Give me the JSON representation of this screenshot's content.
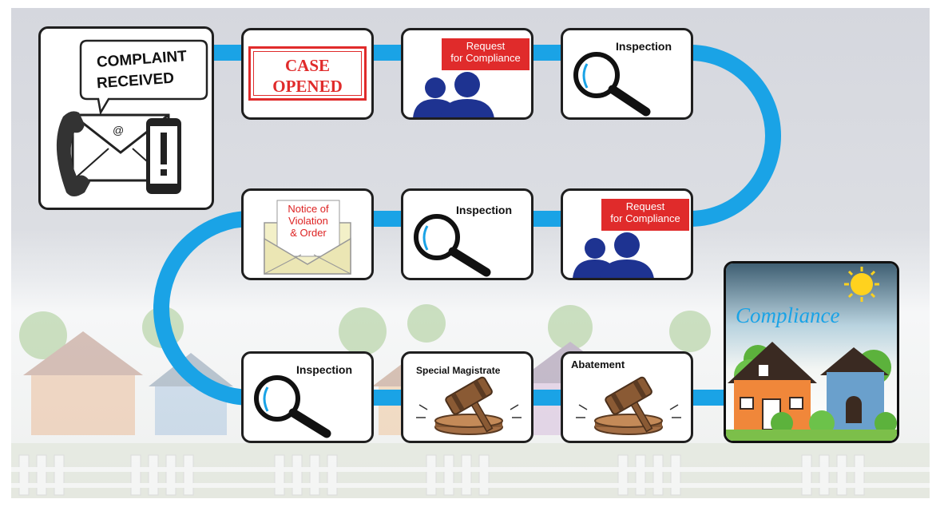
{
  "steps": {
    "complaint": {
      "line1": "COMPLAINT",
      "line2": "RECEIVED"
    },
    "case_opened": {
      "line1": "CASE",
      "line2": "OPENED"
    },
    "request1": {
      "line1": "Request",
      "line2": "for Compliance"
    },
    "inspection1": {
      "label": "Inspection"
    },
    "notice": {
      "line1": "Notice of",
      "line2": "Violation",
      "line3": "& Order"
    },
    "inspection2": {
      "label": "Inspection"
    },
    "request2": {
      "line1": "Request",
      "line2": "for Compliance"
    },
    "inspection3": {
      "label": "Inspection"
    },
    "special_magistrate": {
      "label": "Special Magistrate"
    },
    "abatement": {
      "label": "Abatement"
    },
    "compliance": {
      "label": "Compliance"
    }
  },
  "colors": {
    "path": "#1aa3e6",
    "red": "#e02b2b",
    "navy": "#1e3391",
    "gavel": "#8a5a34"
  }
}
